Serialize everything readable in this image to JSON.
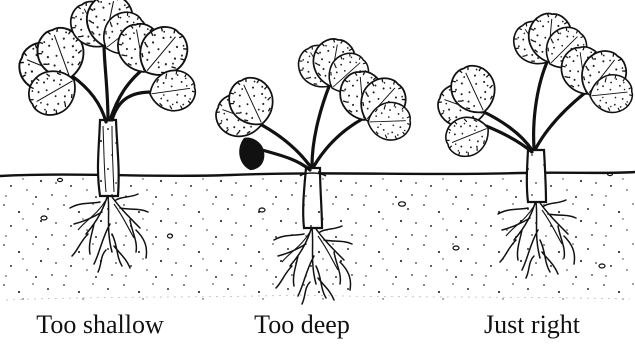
{
  "figure": {
    "captions": [
      "Too shallow",
      "Too deep",
      "Just right"
    ],
    "ink_color": "#111111",
    "paper_color": "#ffffff"
  },
  "plants": [
    {
      "label": "Too shallow",
      "planting_depth": "too shallow"
    },
    {
      "label": "Too deep",
      "planting_depth": "too deep"
    },
    {
      "label": "Just right",
      "planting_depth": "just right"
    }
  ]
}
